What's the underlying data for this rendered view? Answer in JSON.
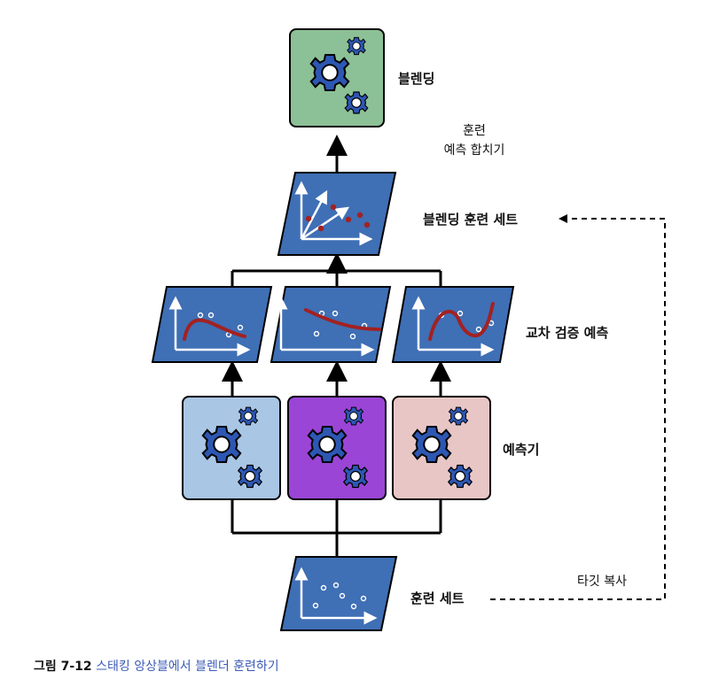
{
  "labels": {
    "blending": "블렌딩",
    "train_merge_line1": "훈련",
    "train_merge_line2": "예측 합치기",
    "blend_train_set": "블렌딩 훈련 세트",
    "cv_predictions": "교차 검증 예측",
    "predictors": "예측기",
    "train_set": "훈련 세트",
    "copy_target": "타깃 복사"
  },
  "caption": {
    "number": "그림 7-12",
    "text": "스태킹 앙상블에서 블렌더 훈련하기"
  },
  "colors": {
    "blender_box": "#8cc096",
    "predictor_1": "#a9c6e4",
    "predictor_2": "#9a45d6",
    "predictor_3": "#e9c6c6",
    "data_panel": "#3f6fb5",
    "gear": "#2d57b3",
    "curve": "#a32121",
    "caption_text": "#3b5bb5"
  },
  "icons": [
    "gear-icon",
    "scatter-plot-icon",
    "line-plot-icon",
    "arrow-icon"
  ]
}
